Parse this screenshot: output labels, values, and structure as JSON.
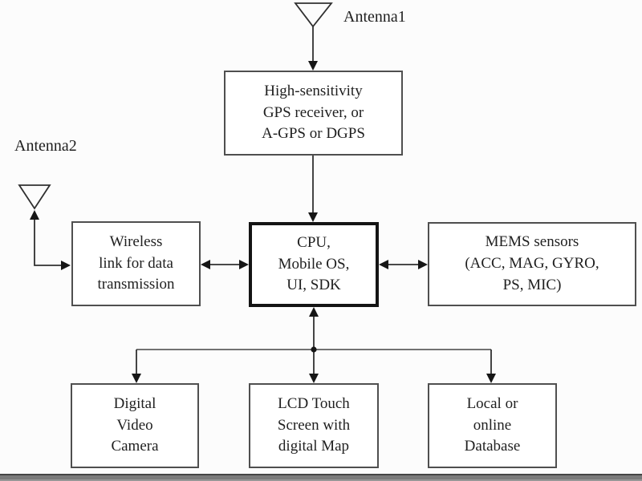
{
  "diagram": {
    "labels": {
      "antenna1": "Antenna1",
      "antenna2": "Antenna2"
    },
    "nodes": {
      "gps": {
        "text": "High-sensitivity\nGPS receiver, or\nA-GPS or DGPS"
      },
      "wireless": {
        "text": "Wireless\nlink for data\ntransmission"
      },
      "cpu": {
        "text": "CPU,\nMobile OS,\nUI, SDK"
      },
      "mems": {
        "text": "MEMS sensors\n(ACC, MAG, GYRO,\nPS, MIC)"
      },
      "camera": {
        "text": "Digital\nVideo\nCamera"
      },
      "lcd": {
        "text": "LCD Touch\nScreen with\ndigital Map"
      },
      "database": {
        "text": "Local or\nonline\nDatabase"
      }
    },
    "connections": [
      {
        "from": "antenna1",
        "to": "gps",
        "arrows": "to"
      },
      {
        "from": "gps",
        "to": "cpu",
        "arrows": "to"
      },
      {
        "from": "antenna2",
        "to": "wireless",
        "arrows": "both"
      },
      {
        "from": "wireless",
        "to": "cpu",
        "arrows": "both"
      },
      {
        "from": "cpu",
        "to": "mems",
        "arrows": "both"
      },
      {
        "from": "cpu",
        "to": "lcd",
        "arrows": "both"
      },
      {
        "from": "cpu",
        "to": "camera",
        "arrows": "to"
      },
      {
        "from": "cpu",
        "to": "database",
        "arrows": "to"
      }
    ],
    "colors": {
      "background": "#fcfcfc",
      "box_border": "#4f4f4f",
      "cpu_border": "#141414",
      "line": "#303030",
      "text": "#1f1f1f",
      "bottom_bar": "#7a7a7a"
    }
  }
}
